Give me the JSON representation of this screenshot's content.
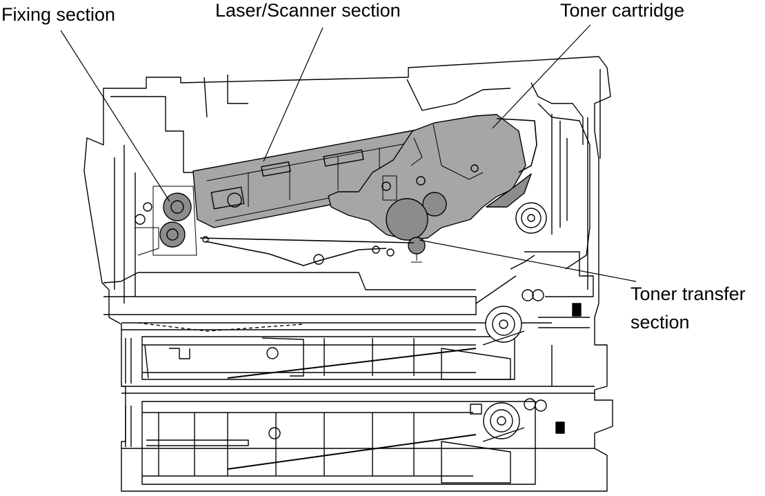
{
  "labels": {
    "fixing": "Fixing section",
    "laser": "Laser/Scanner section",
    "toner_cartridge": "Toner cartridge",
    "toner_transfer_line1": "Toner transfer",
    "toner_transfer_line2": "section"
  },
  "colors": {
    "line": "#000000",
    "component_fill": "#a6a6a6",
    "roller_fill": "#8c8c8c",
    "background": "#ffffff"
  }
}
